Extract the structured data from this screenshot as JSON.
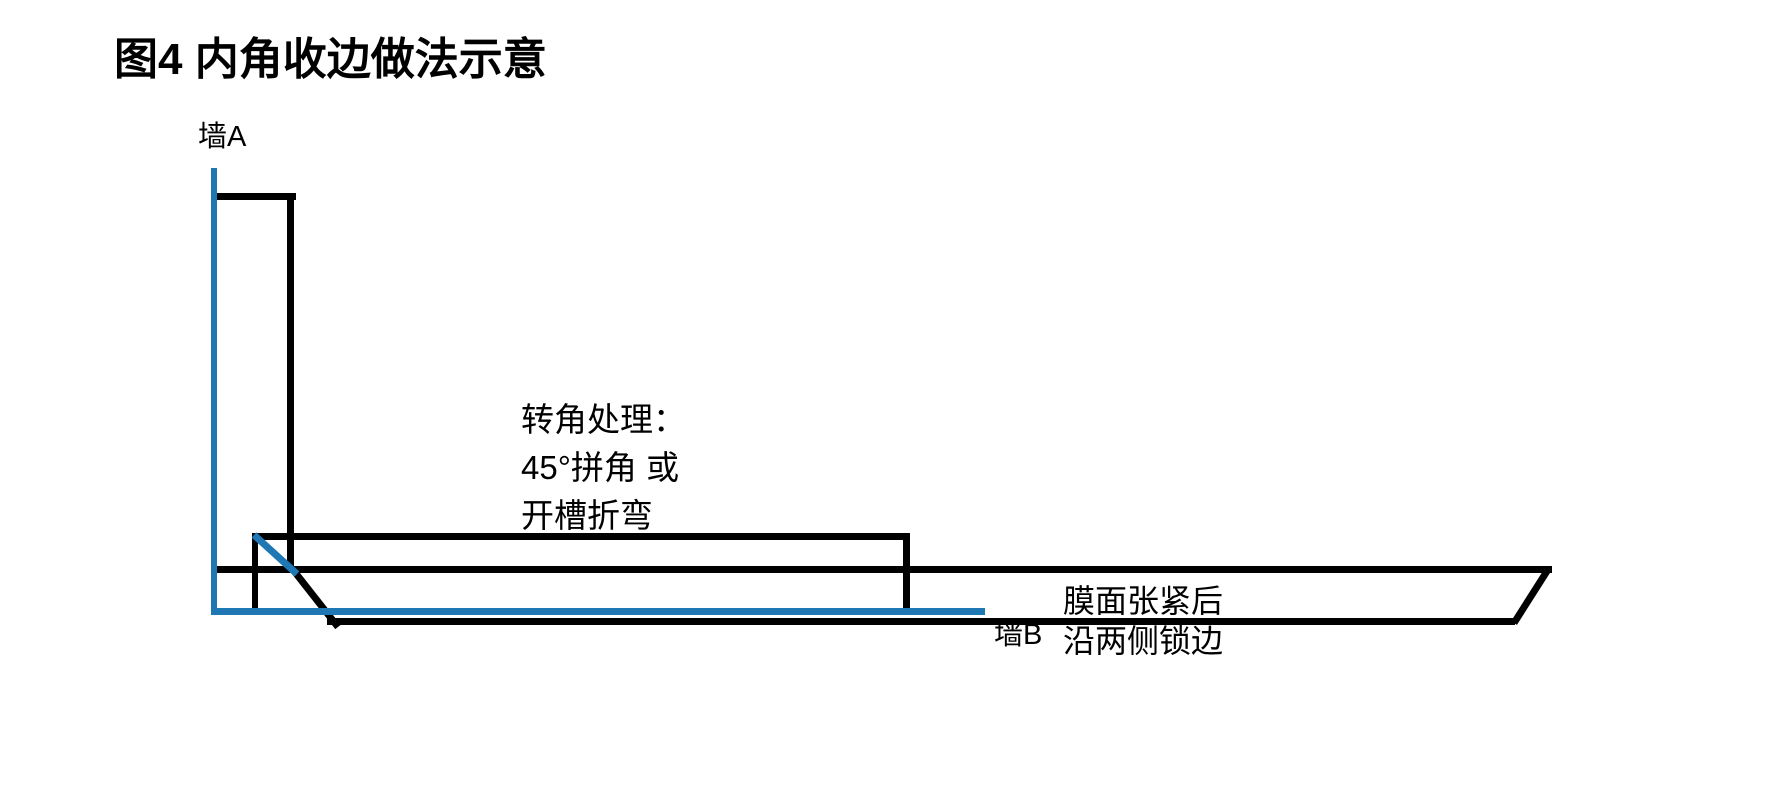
{
  "figure": {
    "title": "图4 内角收边做法示意"
  },
  "labels": {
    "wall_a": "墙A",
    "wall_b": "墙B"
  },
  "annotations": {
    "corner_note": [
      "转角处理：",
      "45°拼角 或",
      "开槽折弯"
    ],
    "membrane_note": [
      "膜面张紧后",
      "沿两侧锁边"
    ]
  },
  "colors": {
    "membrane_blue": "#1F77B4",
    "profile_black": "#000000",
    "text": "#000000",
    "background": "#FFFFFF"
  }
}
